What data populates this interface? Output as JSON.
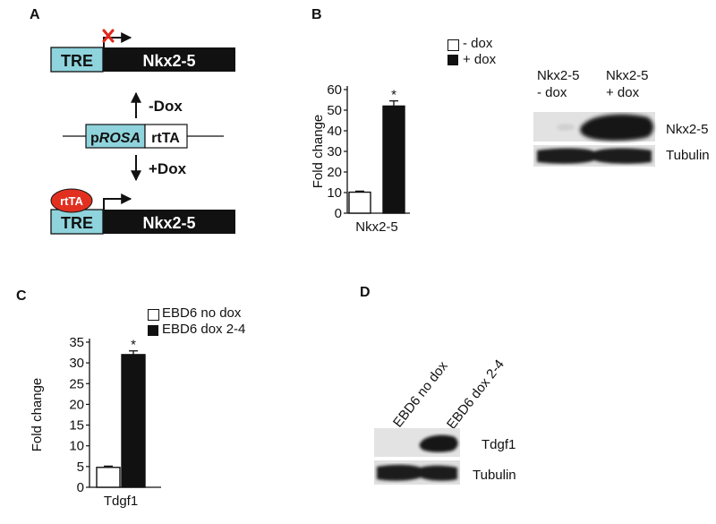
{
  "panel_labels": {
    "a": "A",
    "b": "B",
    "c": "C",
    "d": "D"
  },
  "panel_a": {
    "tre_label": "TRE",
    "gene_label": "Nkx2-5",
    "minus_dox": "-Dox",
    "plus_dox": "+Dox",
    "promoter_prefix": "p",
    "promoter_name": "ROSA",
    "rtta_box": "rtTA",
    "rtta_oval": "rtTA",
    "colors": {
      "tre_fill": "#8fd3dc",
      "oval_fill": "#e23020",
      "block_mark": "#e0281c"
    }
  },
  "panel_b": {
    "legend": [
      "- dox",
      "+ dox"
    ],
    "blot_lanes": [
      {
        "line1": "Nkx2-5",
        "line2": "- dox"
      },
      {
        "line1": "Nkx2-5",
        "line2": "+ dox"
      }
    ],
    "blot_rows": [
      "Nkx2-5",
      "Tubulin"
    ]
  },
  "panel_c": {
    "legend": [
      "EBD6 no dox",
      "EBD6 dox 2-4"
    ]
  },
  "panel_d": {
    "lanes": [
      "EBD6 no dox",
      "EBD6 dox 2-4"
    ],
    "blot_rows": [
      "Tdgf1",
      "Tubulin"
    ]
  },
  "chart_data": [
    {
      "type": "bar",
      "categories": [
        "Nkx2-5"
      ],
      "series": [
        {
          "name": "- dox",
          "values": [
            10.2
          ],
          "error": [
            0.5
          ],
          "fill": "#ffffff"
        },
        {
          "name": "+ dox",
          "values": [
            52
          ],
          "error": [
            2.5
          ],
          "fill": "#111111"
        }
      ],
      "ylabel": "Fold change",
      "ylim": [
        0,
        60
      ],
      "yticks": [
        0,
        10,
        20,
        30,
        40,
        50,
        60
      ],
      "significance": "*",
      "legend": "top"
    },
    {
      "type": "bar",
      "categories": [
        "Tdgf1"
      ],
      "series": [
        {
          "name": "EBD6 no dox",
          "values": [
            4.8
          ],
          "error": [
            0.3
          ],
          "fill": "#ffffff"
        },
        {
          "name": "EBD6 dox 2-4",
          "values": [
            32
          ],
          "error": [
            0.9
          ],
          "fill": "#111111"
        }
      ],
      "ylabel": "Fold change",
      "ylim": [
        0,
        35
      ],
      "yticks": [
        0,
        5,
        10,
        15,
        20,
        25,
        30,
        35
      ],
      "significance": "*",
      "legend": "top"
    }
  ]
}
